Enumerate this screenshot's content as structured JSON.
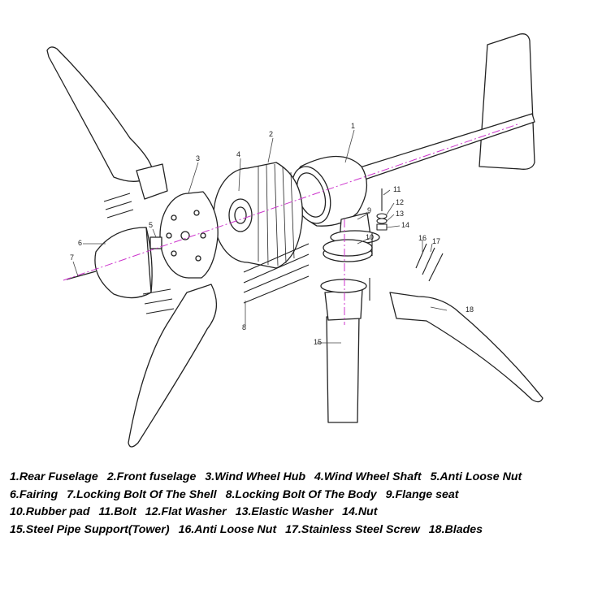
{
  "diagram": {
    "callouts": [
      "1",
      "2",
      "3",
      "4",
      "5",
      "6",
      "7",
      "8",
      "9",
      "10",
      "11",
      "12",
      "13",
      "14",
      "15",
      "16",
      "17",
      "18"
    ],
    "colors": {
      "line": "#222222",
      "axis": "#cc33cc",
      "leader": "#444444"
    }
  },
  "legend": {
    "rows": [
      [
        "1.Rear Fuselage",
        "2.Front fuselage",
        "3.Wind Wheel Hub",
        "4.Wind Wheel Shaft",
        "5.Anti Loose Nut"
      ],
      [
        "6.Fairing",
        "7.Locking Bolt Of The Shell",
        "8.Locking Bolt Of The Body",
        "9.Flange seat"
      ],
      [
        "10.Rubber pad",
        "11.Bolt",
        "12.Flat Washer",
        "13.Elastic Washer",
        "14.Nut"
      ],
      [
        "15.Steel Pipe Support(Tower)",
        "16.Anti Loose Nut",
        "17.Stainless Steel Screw",
        "18.Blades"
      ]
    ]
  }
}
